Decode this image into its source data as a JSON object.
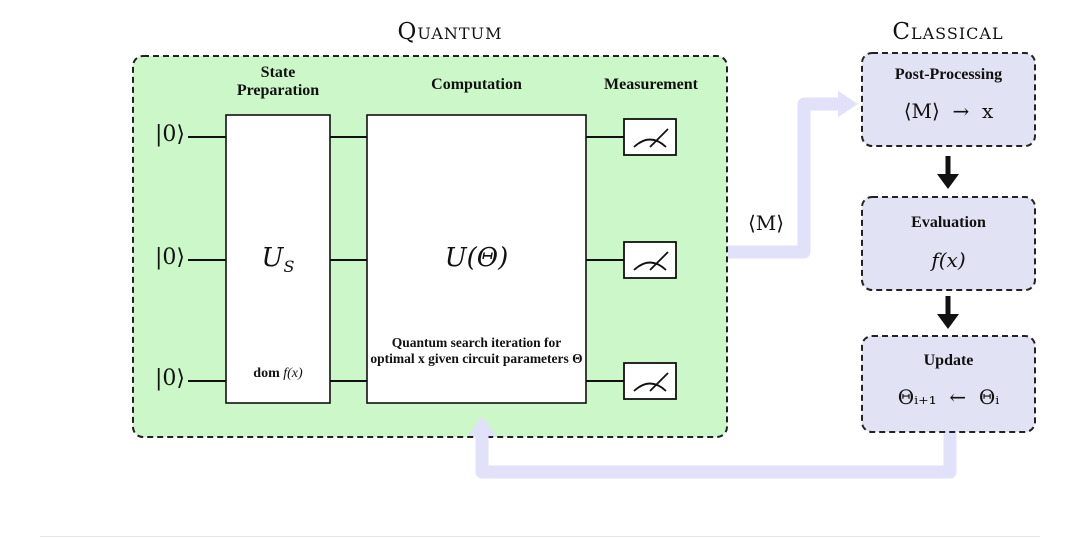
{
  "quantum": {
    "title": "Quantum",
    "headers": {
      "state_prep": "State\nPreparation",
      "computation": "Computation",
      "measurement": "Measurement"
    },
    "inputs": [
      "|0⟩",
      "|0⟩",
      "|0⟩"
    ],
    "state_prep_operator": "U",
    "state_prep_operator_sub": "S",
    "state_prep_note_bold": "dom",
    "state_prep_note_fn": "f(x)",
    "computation_operator": "U(Θ)",
    "computation_note": "Quantum search iteration for optimal x given circuit parameters Θ"
  },
  "classical": {
    "title": "Classical",
    "post_processing": {
      "title": "Post-Processing",
      "expr": "⟨M⟩  →  x"
    },
    "evaluation": {
      "title": "Evaluation",
      "expr": "f(x)"
    },
    "update": {
      "title": "Update",
      "expr": "Θᵢ₊₁  ←  Θᵢ"
    }
  },
  "edge_label": "⟨M⟩",
  "colors": {
    "quantum_bg": "#ccf7c9",
    "classical_bg": "#e2e2f5",
    "flow_arrow": "#e1e1fa",
    "stroke": "#111111"
  }
}
